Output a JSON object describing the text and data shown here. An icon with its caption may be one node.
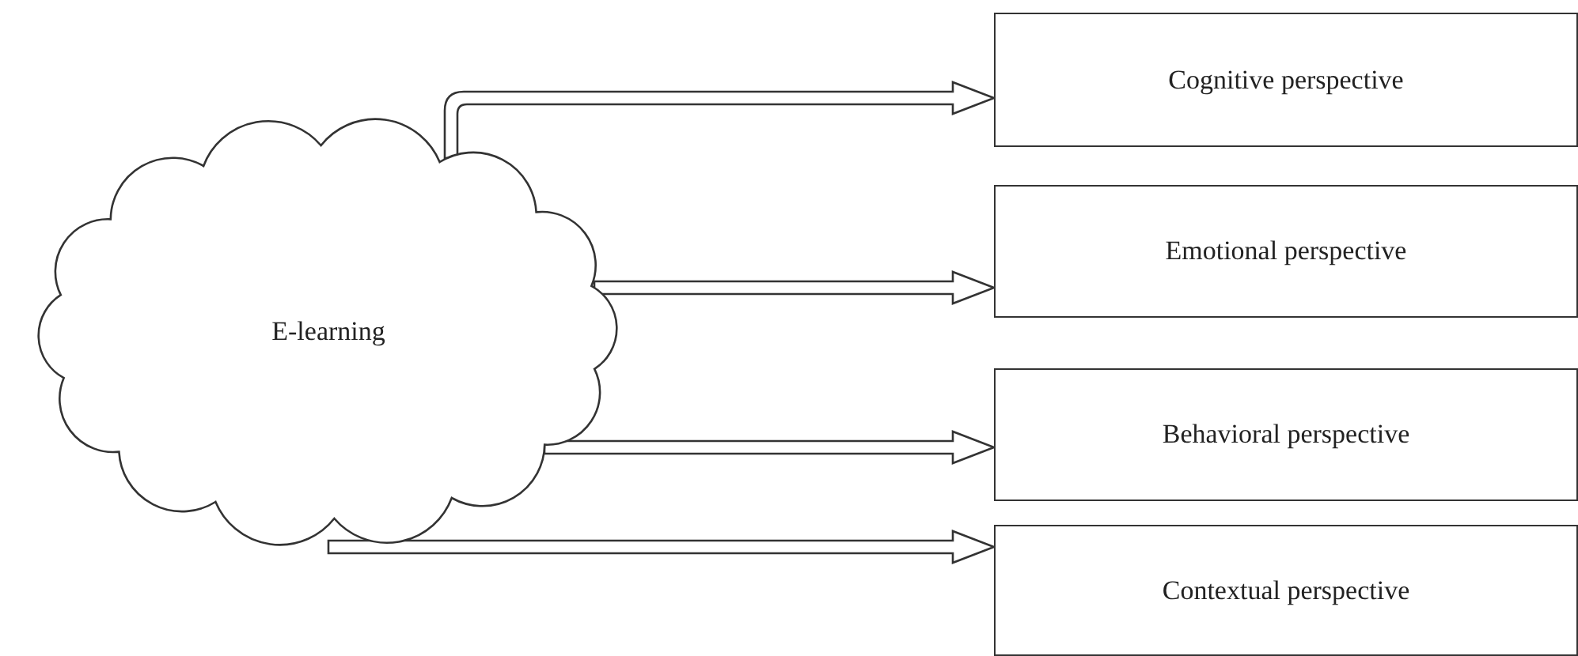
{
  "diagram": {
    "nodes": [
      {
        "text": [
          "E-learning"
        ]
      },
      {
        "text": [
          "Cognitive perspective"
        ]
      },
      {
        "text": [
          "Emotional perspective"
        ]
      },
      {
        "text": [
          "Behavioral perspective"
        ]
      },
      {
        "text": [
          "Contextual perspective"
        ]
      }
    ],
    "edges": [
      {
        "from": 0,
        "to": 1,
        "arrow": "to"
      },
      {
        "from": 0,
        "to": 2,
        "arrow": "to"
      },
      {
        "from": 0,
        "to": 3,
        "arrow": "to"
      },
      {
        "from": 0,
        "to": 4,
        "arrow": "to"
      }
    ]
  }
}
